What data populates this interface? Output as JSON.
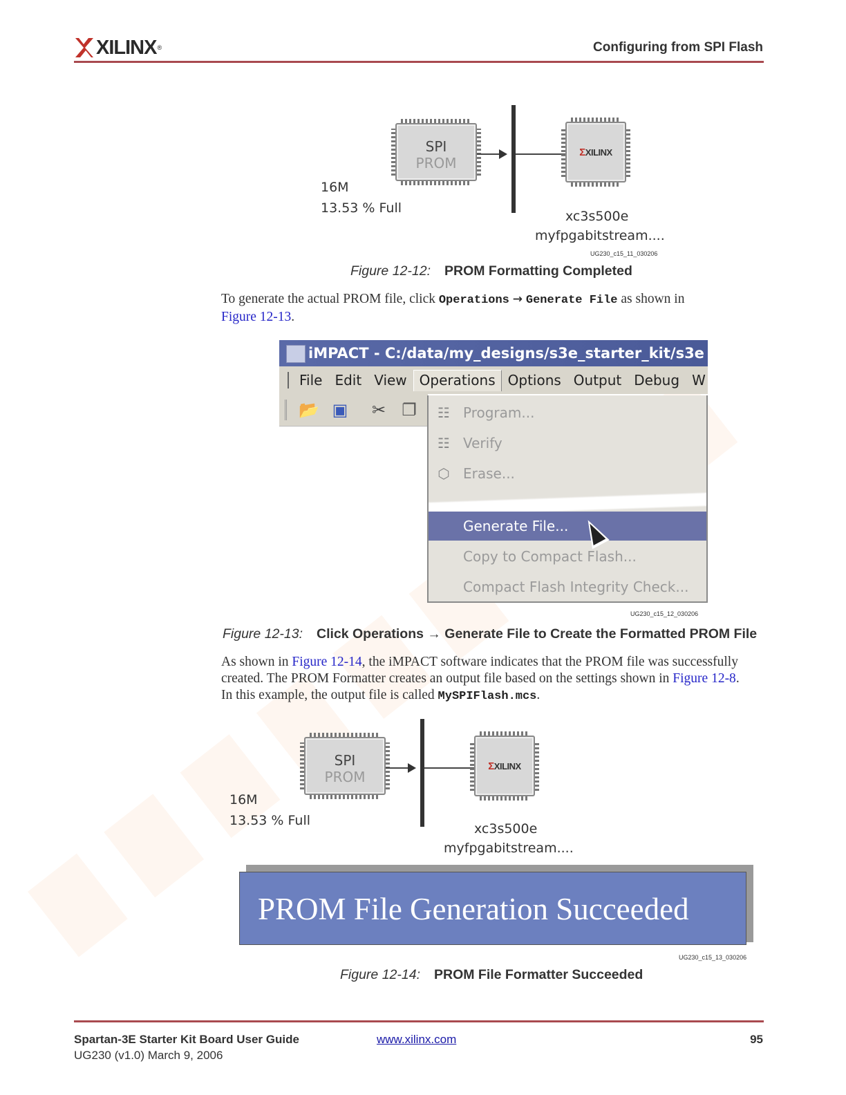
{
  "header": {
    "logo": "XILINX",
    "logo_mark": "®",
    "section_title": "Configuring from SPI Flash"
  },
  "figure_12_12": {
    "chip1_line1": "SPI",
    "chip1_line2": "PROM",
    "size_label": "16M",
    "fill_label": "13.53 % Full",
    "fpga_logo": "XILINX",
    "device": "xc3s500e",
    "bitstream": "myfpgabitstream....",
    "id": "UG230_c15_11_030206",
    "number": "Figure 12-12:",
    "title": "PROM Formatting Completed"
  },
  "para1": {
    "text_a": "To generate the actual PROM file, click ",
    "code_a": "Operations",
    "arrow": "→",
    "code_b": "Generate File",
    "text_b": " as shown in",
    "link": "Figure 12-13",
    "text_c": "."
  },
  "figure_12_13": {
    "window_title": "iMPACT - C:/data/my_designs/s3e_starter_kit/s3e",
    "menus": [
      "File",
      "Edit",
      "View",
      "Operations",
      "Options",
      "Output",
      "Debug",
      "W"
    ],
    "menu_items": [
      {
        "label": "Program...",
        "icon": "program-icon"
      },
      {
        "label": "Verify",
        "icon": "verify-icon"
      },
      {
        "label": "Erase...",
        "icon": "erase-icon"
      },
      {
        "label": "Generate File...",
        "icon": ""
      },
      {
        "label": "Copy to Compact Flash...",
        "icon": ""
      },
      {
        "label": "Compact Flash Integrity Check...",
        "icon": ""
      }
    ],
    "id": "UG230_c15_12_030206",
    "number": "Figure 12-13:",
    "title": "Click Operations → Generate File to Create the Formatted PROM File"
  },
  "para2": {
    "text_a": "As shown in ",
    "link_a": "Figure 12-14",
    "text_b": ", the iMPACT software indicates that the PROM file was successfully created. The PROM Formatter creates an output file based on the settings shown in ",
    "link_b": "Figure 12-8",
    "text_c": ". In this example, the output file is called ",
    "code": "MySPIFlash.mcs",
    "text_d": "."
  },
  "figure_12_14": {
    "chip1_line1": "SPI",
    "chip1_line2": "PROM",
    "size_label": "16M",
    "fill_label": "13.53 % Full",
    "fpga_logo": "XILINX",
    "device": "xc3s500e",
    "bitstream": "myfpgabitstream....",
    "banner": "PROM File Generation Succeeded",
    "id": "UG230_c15_13_030206",
    "number": "Figure 12-14:",
    "title": "PROM File Formatter Succeeded"
  },
  "footer": {
    "guide_title": "Spartan-3E Starter Kit Board User Guide",
    "doc_version": "UG230 (v1.0) March 9, 2006",
    "url": "www.xilinx.com",
    "page_number": "95"
  },
  "colors": {
    "rule": "#a94a4f",
    "link": "#2626c8",
    "banner": "#6c80bf",
    "menu_selection": "#6a72a8"
  }
}
